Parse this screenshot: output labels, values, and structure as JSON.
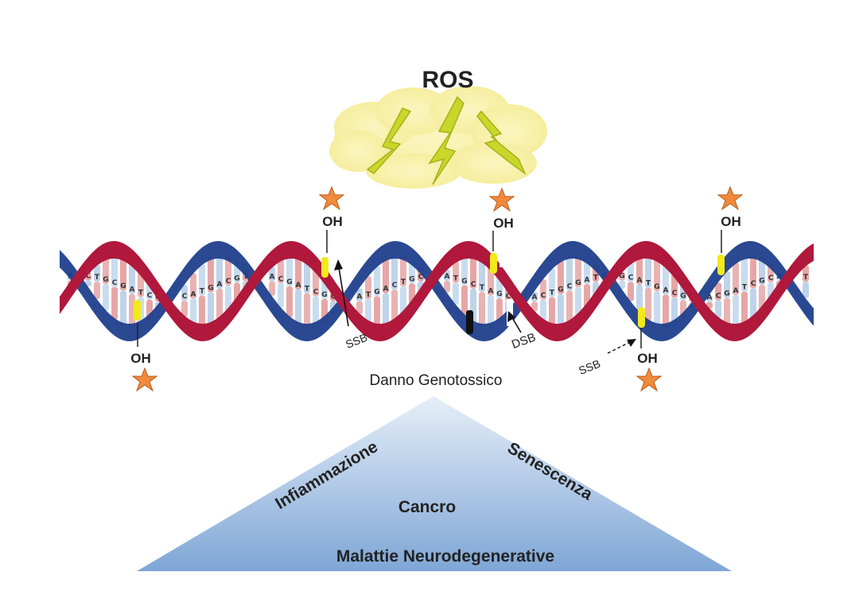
{
  "stressor": {
    "label": "ROS"
  },
  "hydroxyl_label": "OH",
  "damage": {
    "ssb_label": "SSB",
    "dsb_label": "DSB",
    "caption": "Danno Genotossico"
  },
  "consequences": {
    "left": "Infiammazione",
    "right": "Senescenza",
    "center": "Cancro",
    "base": "Malattie Neurodegenerative"
  },
  "colors": {
    "strand_red": "#b0183c",
    "strand_blue": "#1f3f8c",
    "cloud": "#f7f0a6",
    "bolt": "#c9d62a",
    "star": "#f08a3c",
    "triangle_top": "#dbe8f4",
    "triangle_bottom": "#7fa6d6",
    "base_highlight": "#f2ea1a"
  },
  "base_letters": [
    "A",
    "C",
    "T",
    "G",
    "C",
    "G",
    "A",
    "T",
    "C",
    "G",
    "C",
    "A",
    "T",
    "G",
    "A",
    "C",
    "G",
    "T",
    "A",
    "C",
    "G",
    "A",
    "T",
    "C",
    "G",
    "C",
    "A",
    "T",
    "G",
    "A",
    "C",
    "T",
    "G",
    "C",
    "A",
    "T",
    "G",
    "C",
    "T",
    "A",
    "G",
    "C"
  ]
}
